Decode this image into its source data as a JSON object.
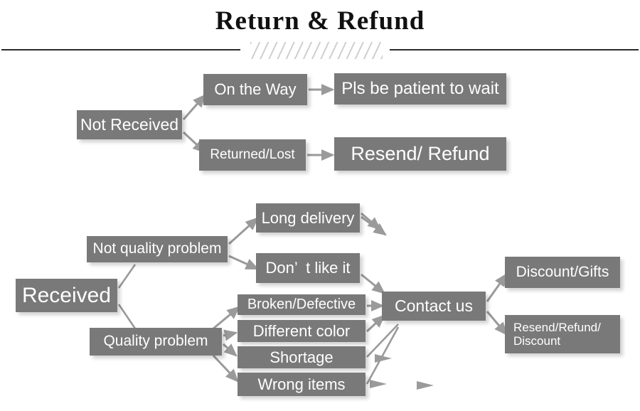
{
  "header": {
    "title": "Return & Refund",
    "divider_icon": "hatched-divider"
  },
  "colors": {
    "box_fill": "#797979",
    "box_text": "#ffffff",
    "arrow": "#9a9a9a",
    "rule": "#2b2b2b",
    "hatch": "#cfcfcf",
    "background": "#ffffff"
  },
  "diagram": {
    "type": "flowchart",
    "nodes": {
      "not_received": "Not Received",
      "on_the_way": "On the Way",
      "pls_be_patient": "Pls be patient to wait",
      "returned_lost": "Returned/Lost",
      "resend_refund": "Resend/ Refund",
      "received": "Received",
      "not_quality_problem": "Not quality problem",
      "quality_problem": "Quality problem",
      "long_delivery": "Long delivery",
      "dont_like_it": "Don’  t like it",
      "broken_defective": "Broken/Defective",
      "different_color": "Different color",
      "shortage": "Shortage",
      "wrong_items": "Wrong items",
      "contact_us": "Contact us",
      "discount_gifts": "Discount/Gifts",
      "resend_refund_discount": "Resend/Refund/\nDiscount"
    },
    "edges": [
      {
        "from": "not_received",
        "to": "on_the_way"
      },
      {
        "from": "not_received",
        "to": "returned_lost"
      },
      {
        "from": "on_the_way",
        "to": "pls_be_patient"
      },
      {
        "from": "returned_lost",
        "to": "resend_refund"
      },
      {
        "from": "received",
        "to": "not_quality_problem"
      },
      {
        "from": "received",
        "to": "quality_problem"
      },
      {
        "from": "not_quality_problem",
        "to": "long_delivery"
      },
      {
        "from": "not_quality_problem",
        "to": "dont_like_it"
      },
      {
        "from": "quality_problem",
        "to": "broken_defective"
      },
      {
        "from": "quality_problem",
        "to": "different_color"
      },
      {
        "from": "quality_problem",
        "to": "shortage"
      },
      {
        "from": "quality_problem",
        "to": "wrong_items"
      },
      {
        "from": "long_delivery",
        "to": "contact_us"
      },
      {
        "from": "dont_like_it",
        "to": "contact_us"
      },
      {
        "from": "broken_defective",
        "to": "contact_us"
      },
      {
        "from": "different_color",
        "to": "contact_us"
      },
      {
        "from": "shortage",
        "to": "contact_us"
      },
      {
        "from": "wrong_items",
        "to": "contact_us"
      },
      {
        "from": "contact_us",
        "to": "discount_gifts"
      },
      {
        "from": "contact_us",
        "to": "resend_refund_discount"
      }
    ]
  }
}
